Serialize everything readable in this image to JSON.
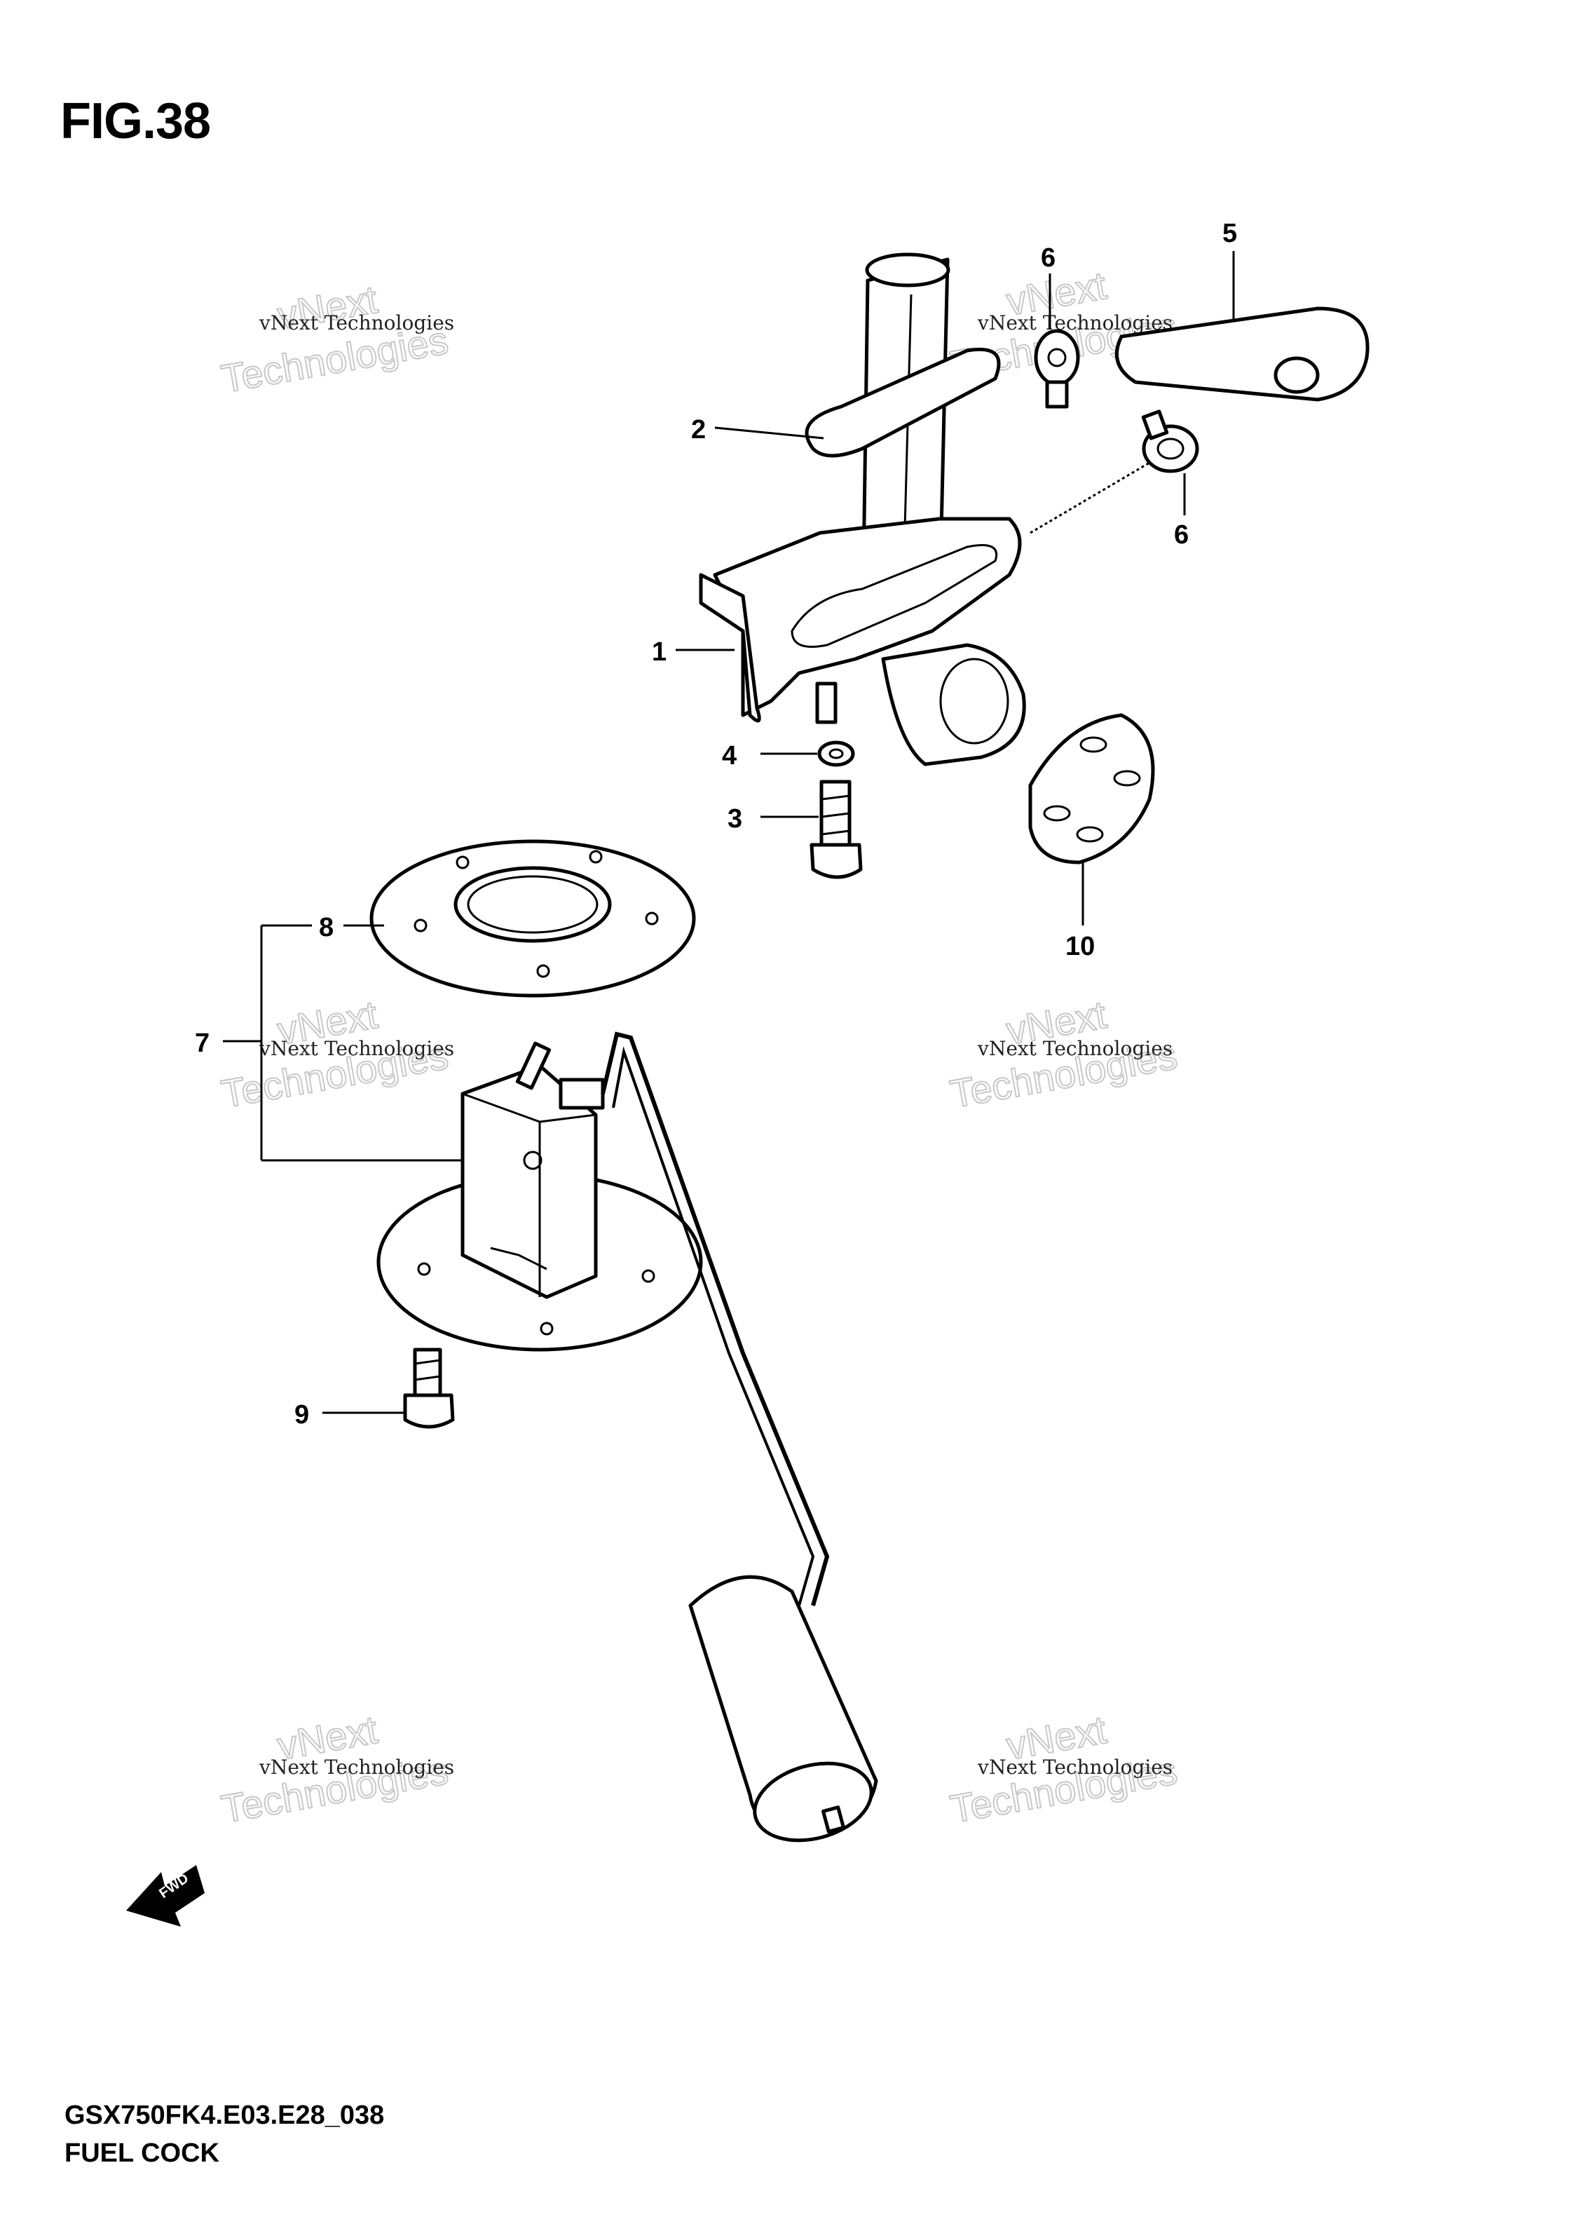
{
  "figure": {
    "title": "FIG.38",
    "model_code": "GSX750FK4.E03.E28_038",
    "section_name": "FUEL COCK"
  },
  "callouts": {
    "c1": "1",
    "c2": "2",
    "c3": "3",
    "c4": "4",
    "c5": "5",
    "c6a": "6",
    "c6b": "6",
    "c7": "7",
    "c8": "8",
    "c9": "9",
    "c10": "10"
  },
  "watermark": {
    "line_small": "vNext Technologies",
    "line_big_top": "vNext",
    "line_big_bottom": "Technologies"
  },
  "arrow": {
    "label": "FWD"
  }
}
